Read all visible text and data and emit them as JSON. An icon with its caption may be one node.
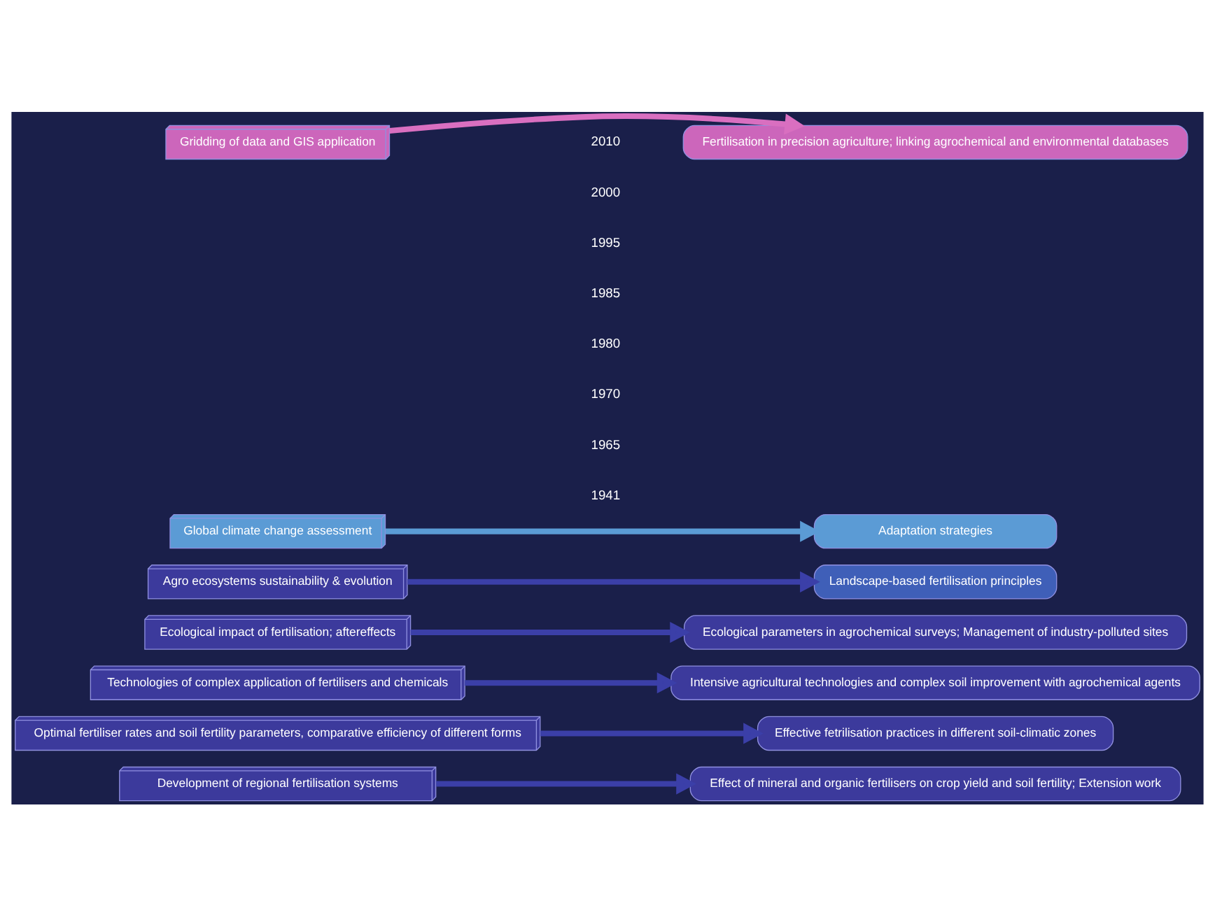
{
  "diagram": {
    "nodes": [
      {
        "text": [
          "Gridding of data and GIS application"
        ]
      },
      {
        "text": [
          "Global climate change assessment"
        ]
      },
      {
        "text": [
          "Agro ecosystems sustainability & evolution"
        ]
      },
      {
        "text": [
          "Ecological impact of fertilisation; aftereffects"
        ]
      },
      {
        "text": [
          "Technologies of complex application of fertilisers and chemicals"
        ]
      },
      {
        "text": [
          "Optimal fertiliser rates and soil fertility parameters, comparative efficiency of different forms"
        ]
      },
      {
        "text": [
          "Development of regional fertilisation systems"
        ]
      },
      {
        "text": [
          "Fertilisation in precision agriculture; linking agrochemical and environmental databases"
        ]
      },
      {
        "text": [
          "Adaptation strategies"
        ]
      },
      {
        "text": [
          "Landscape-based fertilisation principles"
        ]
      },
      {
        "text": [
          "Ecological parameters in agrochemical surveys; Management of industry-polluted sites"
        ]
      },
      {
        "text": [
          "Intensive agricultural technologies and complex soil improvement with agrochemical agents"
        ]
      },
      {
        "text": [
          "Effective fetrilisation practices in different soil-climatic zones"
        ]
      },
      {
        "text": [
          "Effect of mineral and organic fertilisers on crop yield and soil fertility; Extension work"
        ]
      }
    ],
    "edges": [
      {
        "from": 0,
        "to": 7,
        "arrow": "to",
        "color": "#d96fc0"
      },
      {
        "from": 1,
        "to": 8,
        "arrow": "to",
        "color": "#5b9bd5"
      },
      {
        "from": 2,
        "to": 9,
        "arrow": "to"
      },
      {
        "from": 3,
        "to": 10,
        "arrow": "to"
      },
      {
        "from": 4,
        "to": 11,
        "arrow": "to"
      },
      {
        "from": 5,
        "to": 12,
        "arrow": "to"
      },
      {
        "from": 6,
        "to": 13,
        "arrow": "to"
      }
    ],
    "labels": [
      "2010",
      "2000",
      "1995",
      "1985",
      "1980",
      "1970",
      "1965",
      "1941"
    ]
  }
}
